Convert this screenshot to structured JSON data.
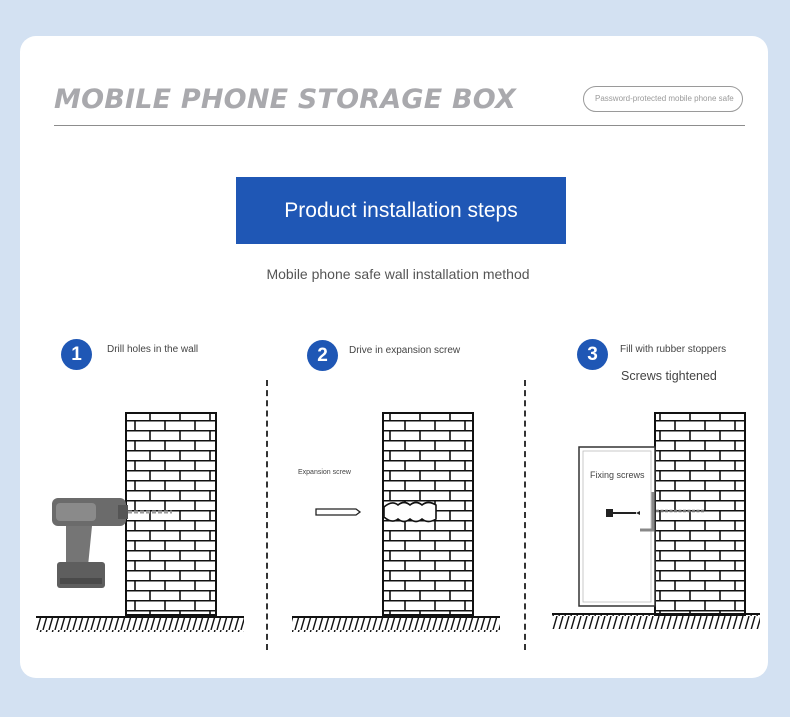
{
  "header": {
    "title": "MOBILE PHONE STORAGE BOX",
    "tag": "Password-protected mobile phone safe"
  },
  "banner": {
    "title": "Product installation steps",
    "subtitle": "Mobile phone safe wall installation method"
  },
  "steps": [
    {
      "number": "1",
      "text": "Drill holes in the wall"
    },
    {
      "number": "2",
      "text": "Drive in expansion screw",
      "label": "Expansion screw"
    },
    {
      "number": "3",
      "text": "Fill with rubber stoppers",
      "subtext": "Screws tightened",
      "label": "Fixing screws"
    }
  ],
  "colors": {
    "accent": "#1f57b5",
    "background": "#d3e1f2",
    "title_gray": "#a9a9ad"
  },
  "icons": [
    "drill-icon",
    "brick-wall-icon",
    "expansion-screw-icon",
    "rubber-plug-icon",
    "fixing-screw-icon",
    "safe-box-icon",
    "ground-hatch-icon"
  ]
}
